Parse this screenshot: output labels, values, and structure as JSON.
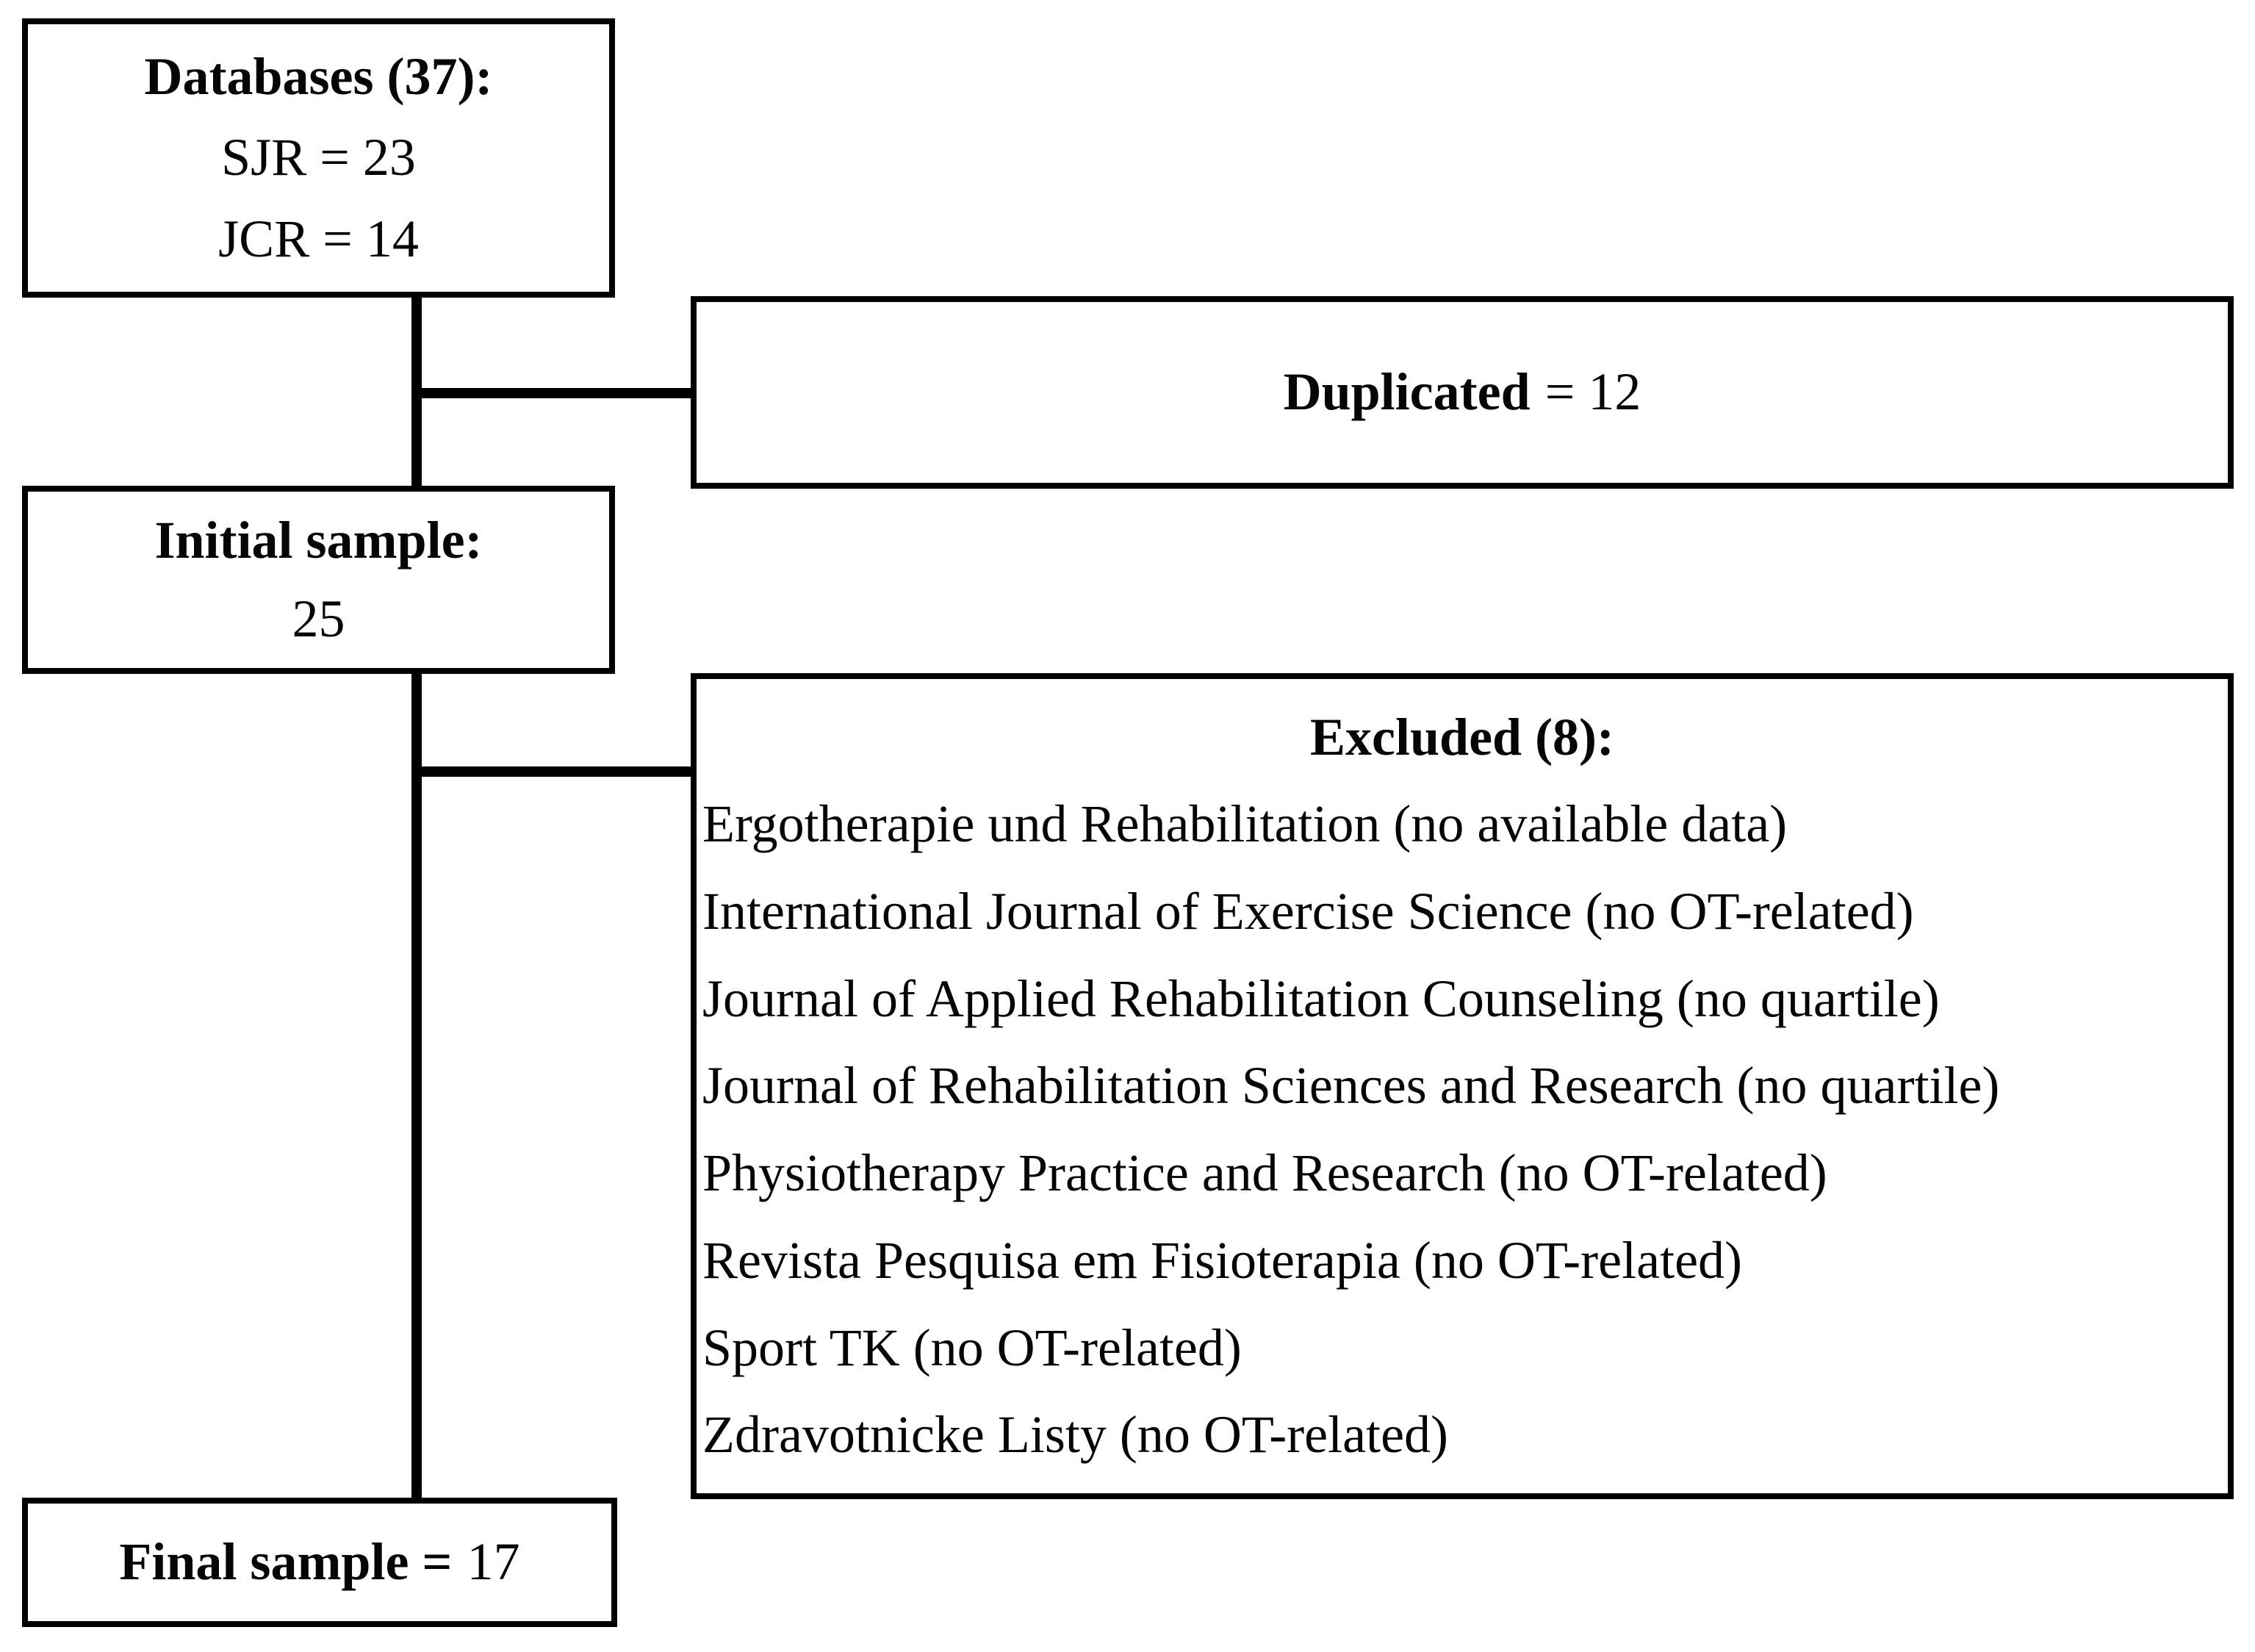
{
  "flowchart": {
    "colors": {
      "background": "#ffffff",
      "border": "#000000",
      "text": "#000000"
    },
    "boxes": {
      "databases": {
        "title": "Databases (37):",
        "lines": [
          "SJR = 23",
          "JCR = 14"
        ]
      },
      "duplicated": {
        "label": "Duplicated",
        "value": "= 12"
      },
      "initial": {
        "title": "Initial sample:",
        "value": "25"
      },
      "excluded": {
        "title": "Excluded (8):",
        "items": [
          "Ergotherapie und Rehabilitation (no available data)",
          "International Journal of Exercise Science (no OT-related)",
          "Journal of Applied Rehabilitation Counseling (no quartile)",
          "Journal of Rehabilitation Sciences and Research (no quartile)",
          "Physiotherapy Practice and Research (no OT-related)",
          "Revista Pesquisa em Fisioterapia (no OT-related)",
          "Sport TK (no OT-related)",
          "Zdravotnicke Listy (no OT-related)"
        ]
      },
      "final": {
        "label": "Final sample =",
        "value": "17"
      }
    }
  }
}
